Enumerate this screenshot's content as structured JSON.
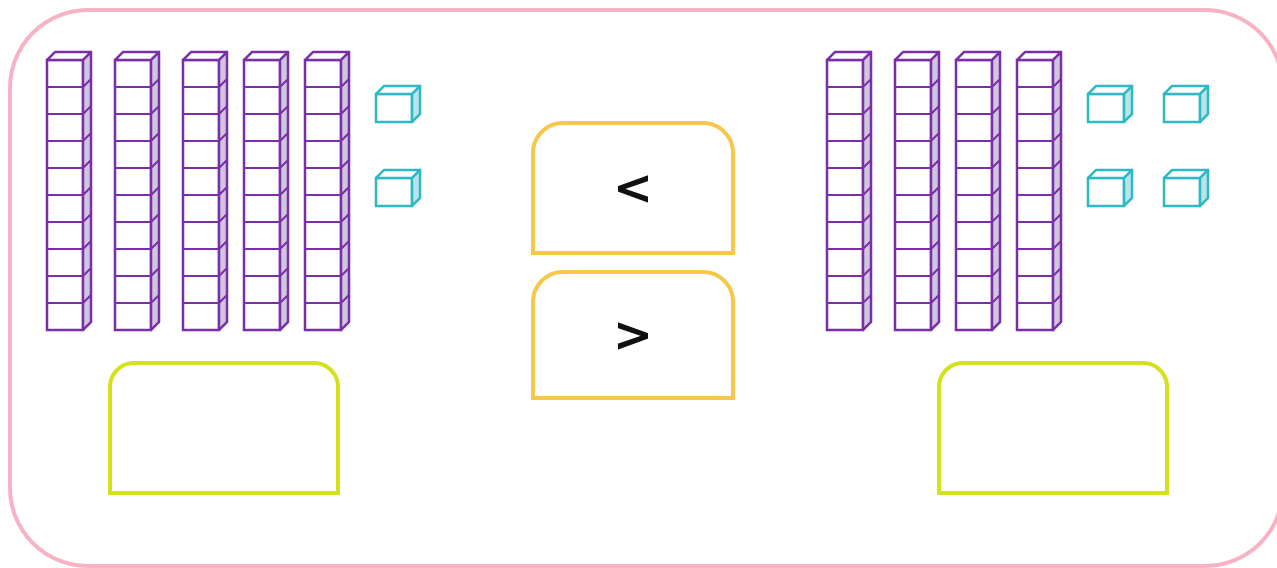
{
  "left_group": {
    "tens": 5,
    "ones": 2
  },
  "right_group": {
    "tens": 4,
    "ones": 4
  },
  "buttons": {
    "less_than": "<",
    "greater_than": ">"
  },
  "answer_boxes": {
    "left_value": "",
    "right_value": ""
  },
  "colors": {
    "frame": "#f7b3c4",
    "rod": "#7a2fa8",
    "unit": "#2cb8c4",
    "button_border": "#f7c74a",
    "answer_border": "#d4e21c"
  }
}
